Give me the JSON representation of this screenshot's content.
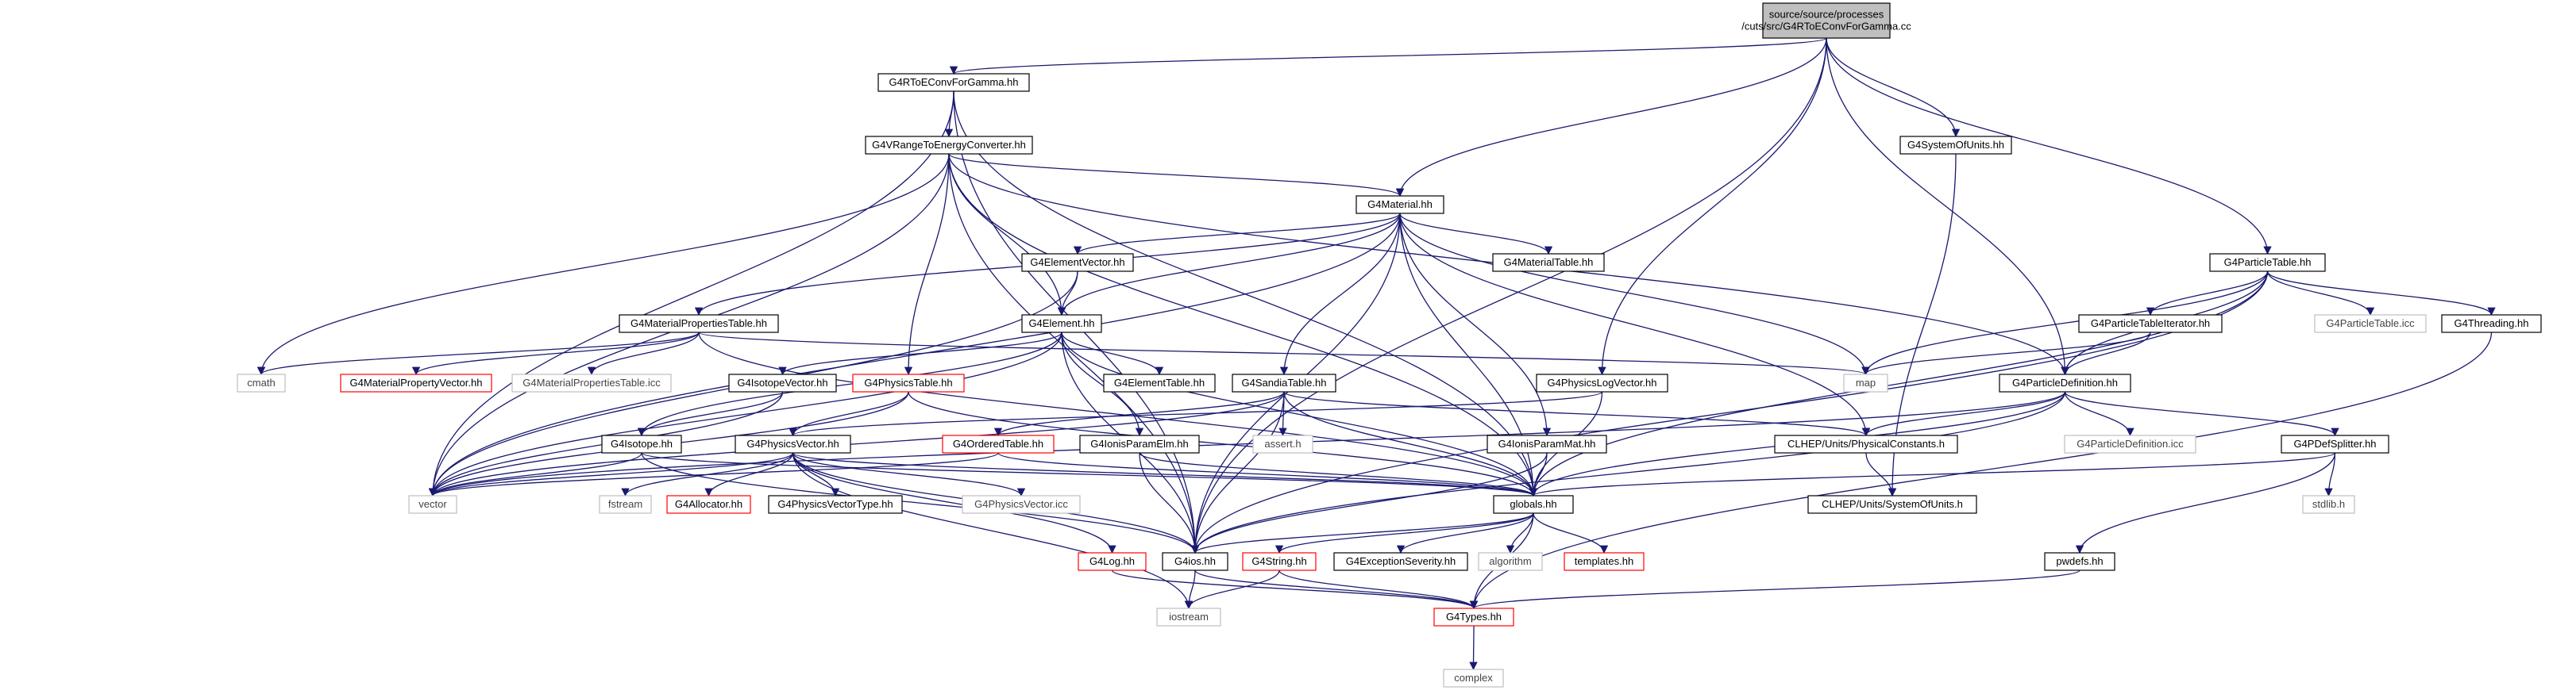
{
  "nodes": [
    {
      "id": "root",
      "lines": [
        "source/source/processes",
        "/cuts/src/G4RToEConvForGamma.cc"
      ],
      "style": "root",
      "interactable": false
    },
    {
      "id": "G4RToEConvForGamma_hh",
      "lines": [
        "G4RToEConvForGamma.hh"
      ],
      "style": "black",
      "interactable": true
    },
    {
      "id": "G4VRangeToEnergyConverter_hh",
      "lines": [
        "G4VRangeToEnergyConverter.hh"
      ],
      "style": "black",
      "interactable": true
    },
    {
      "id": "G4SystemOfUnits_hh",
      "lines": [
        "G4SystemOfUnits.hh"
      ],
      "style": "black",
      "interactable": true
    },
    {
      "id": "G4Material_hh",
      "lines": [
        "G4Material.hh"
      ],
      "style": "black",
      "interactable": true
    },
    {
      "id": "G4ElementVector_hh",
      "lines": [
        "G4ElementVector.hh"
      ],
      "style": "black",
      "interactable": true
    },
    {
      "id": "G4MaterialTable_hh",
      "lines": [
        "G4MaterialTable.hh"
      ],
      "style": "black",
      "interactable": true
    },
    {
      "id": "G4ParticleTable_hh",
      "lines": [
        "G4ParticleTable.hh"
      ],
      "style": "black",
      "interactable": true
    },
    {
      "id": "G4MaterialPropertiesTable_hh",
      "lines": [
        "G4MaterialPropertiesTable.hh"
      ],
      "style": "black",
      "interactable": true
    },
    {
      "id": "G4Element_hh",
      "lines": [
        "G4Element.hh"
      ],
      "style": "black",
      "interactable": true
    },
    {
      "id": "G4ParticleTableIterator_hh",
      "lines": [
        "G4ParticleTableIterator.hh"
      ],
      "style": "black",
      "interactable": true
    },
    {
      "id": "G4ParticleTable_icc",
      "lines": [
        "G4ParticleTable.icc"
      ],
      "style": "grey",
      "interactable": false
    },
    {
      "id": "G4Threading_hh",
      "lines": [
        "G4Threading.hh"
      ],
      "style": "black",
      "interactable": true
    },
    {
      "id": "cmath",
      "lines": [
        "cmath"
      ],
      "style": "grey",
      "interactable": false
    },
    {
      "id": "G4MaterialPropertyVector_hh",
      "lines": [
        "G4MaterialPropertyVector.hh"
      ],
      "style": "red",
      "interactable": true
    },
    {
      "id": "G4MaterialPropertiesTable_icc",
      "lines": [
        "G4MaterialPropertiesTable.icc"
      ],
      "style": "grey",
      "interactable": false
    },
    {
      "id": "G4IsotopeVector_hh",
      "lines": [
        "G4IsotopeVector.hh"
      ],
      "style": "black",
      "interactable": true
    },
    {
      "id": "G4PhysicsTable_hh",
      "lines": [
        "G4PhysicsTable.hh"
      ],
      "style": "red",
      "interactable": true
    },
    {
      "id": "G4ElementTable_hh",
      "lines": [
        "G4ElementTable.hh"
      ],
      "style": "black",
      "interactable": true
    },
    {
      "id": "G4SandiaTable_hh",
      "lines": [
        "G4SandiaTable.hh"
      ],
      "style": "black",
      "interactable": true
    },
    {
      "id": "map",
      "lines": [
        "map"
      ],
      "style": "grey",
      "interactable": false
    },
    {
      "id": "G4PhysicsLogVector_hh",
      "lines": [
        "G4PhysicsLogVector.hh"
      ],
      "style": "black",
      "interactable": true
    },
    {
      "id": "G4ParticleDefinition_hh",
      "lines": [
        "G4ParticleDefinition.hh"
      ],
      "style": "black",
      "interactable": true
    },
    {
      "id": "G4Isotope_hh",
      "lines": [
        "G4Isotope.hh"
      ],
      "style": "black",
      "interactable": true
    },
    {
      "id": "G4PhysicsVector_hh",
      "lines": [
        "G4PhysicsVector.hh"
      ],
      "style": "black",
      "interactable": true
    },
    {
      "id": "G4OrderedTable_hh",
      "lines": [
        "G4OrderedTable.hh"
      ],
      "style": "red",
      "interactable": true
    },
    {
      "id": "G4IonisParamElm_hh",
      "lines": [
        "G4IonisParamElm.hh"
      ],
      "style": "black",
      "interactable": true
    },
    {
      "id": "assert_h",
      "lines": [
        "assert.h"
      ],
      "style": "grey",
      "interactable": false
    },
    {
      "id": "G4IonisParamMat_hh",
      "lines": [
        "G4IonisParamMat.hh"
      ],
      "style": "black",
      "interactable": true
    },
    {
      "id": "CLHEP_PhysicalConstants_h",
      "lines": [
        "CLHEP/Units/PhysicalConstants.h"
      ],
      "style": "black",
      "interactable": true
    },
    {
      "id": "G4ParticleDefinition_icc",
      "lines": [
        "G4ParticleDefinition.icc"
      ],
      "style": "grey",
      "interactable": false
    },
    {
      "id": "G4PDefSplitter_hh",
      "lines": [
        "G4PDefSplitter.hh"
      ],
      "style": "black",
      "interactable": true
    },
    {
      "id": "vector",
      "lines": [
        "vector"
      ],
      "style": "grey",
      "interactable": false
    },
    {
      "id": "fstream",
      "lines": [
        "fstream"
      ],
      "style": "grey",
      "interactable": false
    },
    {
      "id": "G4Allocator_hh",
      "lines": [
        "G4Allocator.hh"
      ],
      "style": "red",
      "interactable": true
    },
    {
      "id": "G4PhysicsVectorType_hh",
      "lines": [
        "G4PhysicsVectorType.hh"
      ],
      "style": "black",
      "interactable": true
    },
    {
      "id": "G4PhysicsVector_icc",
      "lines": [
        "G4PhysicsVector.icc"
      ],
      "style": "grey",
      "interactable": false
    },
    {
      "id": "globals_hh",
      "lines": [
        "globals.hh"
      ],
      "style": "black",
      "interactable": true
    },
    {
      "id": "CLHEP_SystemOfUnits_h",
      "lines": [
        "CLHEP/Units/SystemOfUnits.h"
      ],
      "style": "black",
      "interactable": true
    },
    {
      "id": "stdlib_h",
      "lines": [
        "stdlib.h"
      ],
      "style": "grey",
      "interactable": false
    },
    {
      "id": "G4Log_hh",
      "lines": [
        "G4Log.hh"
      ],
      "style": "red",
      "interactable": true
    },
    {
      "id": "G4ios_hh",
      "lines": [
        "G4ios.hh"
      ],
      "style": "black",
      "interactable": true
    },
    {
      "id": "G4String_hh",
      "lines": [
        "G4String.hh"
      ],
      "style": "red",
      "interactable": true
    },
    {
      "id": "G4ExceptionSeverity_hh",
      "lines": [
        "G4ExceptionSeverity.hh"
      ],
      "style": "black",
      "interactable": true
    },
    {
      "id": "algorithm",
      "lines": [
        "algorithm"
      ],
      "style": "grey",
      "interactable": false
    },
    {
      "id": "templates_hh",
      "lines": [
        "templates.hh"
      ],
      "style": "red",
      "interactable": true
    },
    {
      "id": "pwdefs_hh",
      "lines": [
        "pwdefs.hh"
      ],
      "style": "black",
      "interactable": true
    },
    {
      "id": "iostream",
      "lines": [
        "iostream"
      ],
      "style": "grey",
      "interactable": false
    },
    {
      "id": "G4Types_hh",
      "lines": [
        "G4Types.hh"
      ],
      "style": "red",
      "interactable": true
    },
    {
      "id": "complex",
      "lines": [
        "complex"
      ],
      "style": "grey",
      "interactable": false
    }
  ],
  "edges": [
    [
      "root",
      "G4RToEConvForGamma_hh"
    ],
    [
      "root",
      "G4SystemOfUnits_hh"
    ],
    [
      "root",
      "G4Material_hh"
    ],
    [
      "root",
      "G4ParticleTable_hh"
    ],
    [
      "root",
      "G4PhysicsLogVector_hh"
    ],
    [
      "root",
      "G4ParticleDefinition_hh"
    ],
    [
      "root",
      "G4ios_hh"
    ],
    [
      "G4RToEConvForGamma_hh",
      "G4VRangeToEnergyConverter_hh"
    ],
    [
      "G4RToEConvForGamma_hh",
      "globals_hh"
    ],
    [
      "G4RToEConvForGamma_hh",
      "G4ios_hh"
    ],
    [
      "G4RToEConvForGamma_hh",
      "vector"
    ],
    [
      "G4VRangeToEnergyConverter_hh",
      "G4Material_hh"
    ],
    [
      "G4VRangeToEnergyConverter_hh",
      "G4Element_hh"
    ],
    [
      "G4VRangeToEnergyConverter_hh",
      "G4PhysicsTable_hh"
    ],
    [
      "G4VRangeToEnergyConverter_hh",
      "G4ParticleDefinition_hh"
    ],
    [
      "G4VRangeToEnergyConverter_hh",
      "globals_hh"
    ],
    [
      "G4VRangeToEnergyConverter_hh",
      "cmath"
    ],
    [
      "G4VRangeToEnergyConverter_hh",
      "vector"
    ],
    [
      "G4VRangeToEnergyConverter_hh",
      "G4ios_hh"
    ],
    [
      "G4SystemOfUnits_hh",
      "CLHEP_SystemOfUnits_h"
    ],
    [
      "G4Material_hh",
      "G4ElementVector_hh"
    ],
    [
      "G4Material_hh",
      "G4MaterialTable_hh"
    ],
    [
      "G4Material_hh",
      "G4MaterialPropertiesTable_hh"
    ],
    [
      "G4Material_hh",
      "G4Element_hh"
    ],
    [
      "G4Material_hh",
      "G4SandiaTable_hh"
    ],
    [
      "G4Material_hh",
      "G4IonisParamMat_hh"
    ],
    [
      "G4Material_hh",
      "map"
    ],
    [
      "G4Material_hh",
      "CLHEP_PhysicalConstants_h"
    ],
    [
      "G4Material_hh",
      "globals_hh"
    ],
    [
      "G4Material_hh",
      "G4ios_hh"
    ],
    [
      "G4Material_hh",
      "vector"
    ],
    [
      "G4ElementVector_hh",
      "G4Element_hh"
    ],
    [
      "G4ElementVector_hh",
      "vector"
    ],
    [
      "G4MaterialPropertiesTable_hh",
      "G4MaterialPropertyVector_hh"
    ],
    [
      "G4MaterialPropertiesTable_hh",
      "G4MaterialPropertiesTable_icc"
    ],
    [
      "G4MaterialPropertiesTable_hh",
      "cmath"
    ],
    [
      "G4MaterialPropertiesTable_hh",
      "map"
    ],
    [
      "G4MaterialPropertiesTable_hh",
      "globals_hh"
    ],
    [
      "G4Element_hh",
      "G4IsotopeVector_hh"
    ],
    [
      "G4Element_hh",
      "G4ElementTable_hh"
    ],
    [
      "G4Element_hh",
      "G4IonisParamElm_hh"
    ],
    [
      "G4Element_hh",
      "globals_hh"
    ],
    [
      "G4Element_hh",
      "G4ios_hh"
    ],
    [
      "G4Element_hh",
      "vector"
    ],
    [
      "G4Element_hh",
      "G4Isotope_hh"
    ],
    [
      "G4ParticleTable_hh",
      "G4ParticleTableIterator_hh"
    ],
    [
      "G4ParticleTable_hh",
      "G4ParticleTable_icc"
    ],
    [
      "G4ParticleTable_hh",
      "G4Threading_hh"
    ],
    [
      "G4ParticleTable_hh",
      "G4ParticleDefinition_hh"
    ],
    [
      "G4ParticleTable_hh",
      "map"
    ],
    [
      "G4ParticleTable_hh",
      "globals_hh"
    ],
    [
      "G4ParticleTable_hh",
      "G4ios_hh"
    ],
    [
      "G4ParticleTableIterator_hh",
      "map"
    ],
    [
      "G4ParticleTableIterator_hh",
      "G4ParticleDefinition_hh"
    ],
    [
      "G4Threading_hh",
      "G4Types_hh"
    ],
    [
      "G4IsotopeVector_hh",
      "G4Isotope_hh"
    ],
    [
      "G4IsotopeVector_hh",
      "vector"
    ],
    [
      "G4PhysicsTable_hh",
      "G4PhysicsVector_hh"
    ],
    [
      "G4PhysicsTable_hh",
      "vector"
    ],
    [
      "G4PhysicsTable_hh",
      "globals_hh"
    ],
    [
      "G4SandiaTable_hh",
      "G4OrderedTable_hh"
    ],
    [
      "G4SandiaTable_hh",
      "assert_h"
    ],
    [
      "G4SandiaTable_hh",
      "CLHEP_PhysicalConstants_h"
    ],
    [
      "G4SandiaTable_hh",
      "globals_hh"
    ],
    [
      "G4SandiaTable_hh",
      "G4ios_hh"
    ],
    [
      "G4SandiaTable_hh",
      "vector"
    ],
    [
      "G4PhysicsLogVector_hh",
      "G4PhysicsVector_hh"
    ],
    [
      "G4PhysicsLogVector_hh",
      "globals_hh"
    ],
    [
      "G4ParticleDefinition_hh",
      "G4ParticleDefinition_icc"
    ],
    [
      "G4ParticleDefinition_hh",
      "G4PDefSplitter_hh"
    ],
    [
      "G4ParticleDefinition_hh",
      "CLHEP_PhysicalConstants_h"
    ],
    [
      "G4ParticleDefinition_hh",
      "globals_hh"
    ],
    [
      "G4ParticleDefinition_hh",
      "G4ios_hh"
    ],
    [
      "G4ParticleDefinition_hh",
      "vector"
    ],
    [
      "G4Isotope_hh",
      "globals_hh"
    ],
    [
      "G4Isotope_hh",
      "G4ios_hh"
    ],
    [
      "G4Isotope_hh",
      "vector"
    ],
    [
      "G4PhysicsVector_hh",
      "fstream"
    ],
    [
      "G4PhysicsVector_hh",
      "G4Allocator_hh"
    ],
    [
      "G4PhysicsVector_hh",
      "G4PhysicsVectorType_hh"
    ],
    [
      "G4PhysicsVector_hh",
      "G4PhysicsVector_icc"
    ],
    [
      "G4PhysicsVector_hh",
      "G4Log_hh"
    ],
    [
      "G4PhysicsVector_hh",
      "globals_hh"
    ],
    [
      "G4PhysicsVector_hh",
      "G4ios_hh"
    ],
    [
      "G4PhysicsVector_hh",
      "vector"
    ],
    [
      "G4PhysicsVector_hh",
      "iostream"
    ],
    [
      "G4OrderedTable_hh",
      "globals_hh"
    ],
    [
      "G4OrderedTable_hh",
      "vector"
    ],
    [
      "G4IonisParamElm_hh",
      "globals_hh"
    ],
    [
      "G4IonisParamElm_hh",
      "G4ios_hh"
    ],
    [
      "G4IonisParamMat_hh",
      "globals_hh"
    ],
    [
      "G4IonisParamMat_hh",
      "G4ios_hh"
    ],
    [
      "CLHEP_PhysicalConstants_h",
      "CLHEP_SystemOfUnits_h"
    ],
    [
      "G4PDefSplitter_hh",
      "globals_hh"
    ],
    [
      "G4PDefSplitter_hh",
      "stdlib_h"
    ],
    [
      "G4PDefSplitter_hh",
      "pwdefs_hh"
    ],
    [
      "globals_hh",
      "G4ios_hh"
    ],
    [
      "globals_hh",
      "G4String_hh"
    ],
    [
      "globals_hh",
      "G4ExceptionSeverity_hh"
    ],
    [
      "globals_hh",
      "algorithm"
    ],
    [
      "globals_hh",
      "templates_hh"
    ],
    [
      "globals_hh",
      "G4Types_hh"
    ],
    [
      "G4Log_hh",
      "G4Types_hh"
    ],
    [
      "G4ios_hh",
      "iostream"
    ],
    [
      "G4ios_hh",
      "G4Types_hh"
    ],
    [
      "G4String_hh",
      "iostream"
    ],
    [
      "G4String_hh",
      "G4Types_hh"
    ],
    [
      "pwdefs_hh",
      "G4Types_hh"
    ],
    [
      "G4Types_hh",
      "complex"
    ]
  ],
  "colors": {
    "edge": "#191970",
    "black_border": "#000000",
    "red_border": "#ff0000",
    "grey_border": "#bfbfbf",
    "root_fill": "#bfbfbf",
    "text": "#000000"
  }
}
